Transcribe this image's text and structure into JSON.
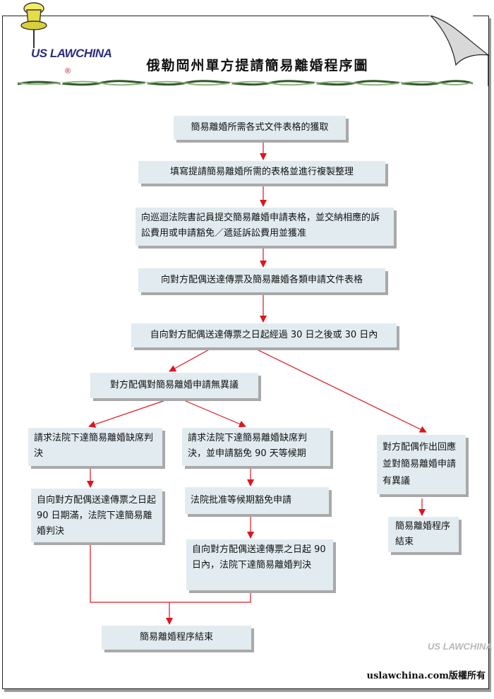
{
  "header": {
    "logo_text": "US LAWCHINA",
    "logo_reg": "®",
    "title": "俄勒岡州單方提請簡易離婚程序圖"
  },
  "steps": {
    "s1": "簡易離婚所需各式文件表格的獲取",
    "s2": "填寫提請簡易離婚所需的表格並進行複製整理",
    "s3": "向巡迴法院書記員提交簡易離婚申請表格，並交納相應的訴訟費用或申請豁免／遞延訴訟費用並獲准",
    "s4": "向對方配偶送達傳票及簡易離婚各類申請文件表格",
    "s5": "自向對方配偶送達傳票之日起經過 30 日之後或 30 日內",
    "s6": "對方配偶對簡易離婚申請無異議",
    "s7a": "請求法院下達簡易離婚缺席判決",
    "s7b": "請求法院下達簡易離婚缺席判決，並申請豁免 90 天等候期",
    "s7c": "對方配偶作出回應並對簡易離婚申請有異議",
    "s8a": "自向對方配偶送達傳票之日起 90 日期滿，法院下達簡易離婚判決",
    "s8b": "法院批准等候期豁免申請",
    "s8c": "簡易離婚程序結束",
    "s9b": "自向對方配偶送達傳票之日起 90 日內，法院下達簡易離婚判決",
    "end": "簡易離婚程序結束"
  },
  "footer": {
    "watermark": "US LAWCHINA",
    "copyright": "uslawchina.com版權所有"
  },
  "colors": {
    "box_fill": "#e2ecf0",
    "arrow": "#e0141e",
    "logo_blue": "#2a2f7a",
    "logo_red": "#b0122d"
  }
}
